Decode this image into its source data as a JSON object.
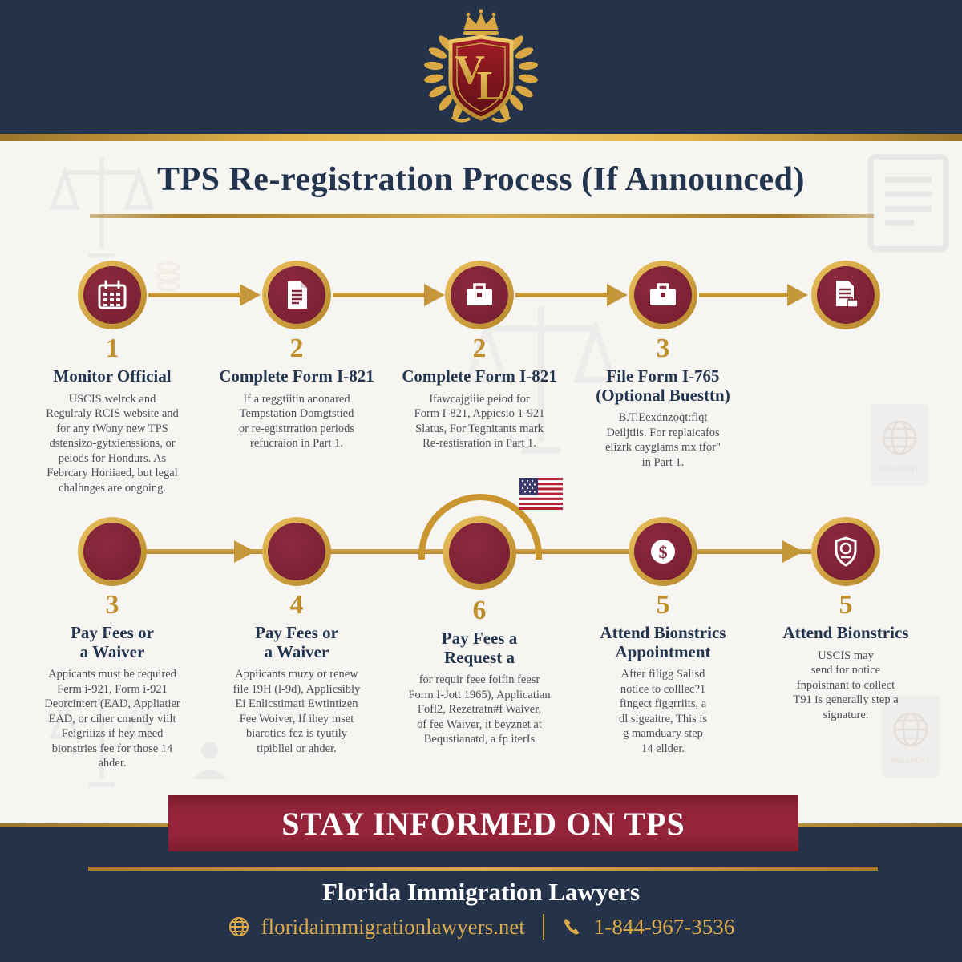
{
  "header": {
    "logo_monogram": "VL",
    "logo_icon": "crown-laurel-shield-crest"
  },
  "title": "TPS Re-registration Process (If Announced)",
  "colors": {
    "navy": "#24324a",
    "gold": "#c9962f",
    "gold_bright": "#e0b04a",
    "circle_maroon": "#7f2437",
    "banner_maroon": "#8e2136",
    "title_navy": "#24364f",
    "body_text": "#4a4f57",
    "background": "#f7f5f2"
  },
  "steps_row1": [
    {
      "num": "1",
      "title": "Monitor Official",
      "body": "USCIS welrck and\nRegulraly RCIS website and\nfor any tWony new TPS\ndstensizo-gytxienssions, or\npeiods for Hondurs. As\nFebrcary Horiiaed, but legal\nchalhnges are ongoing.",
      "icon": "calendar-icon"
    },
    {
      "num": "2",
      "title": "Complete Form I-821",
      "body": "If a reggtiitin anonared\nTempstation Domgtstied\nor re-egistrration periods\nrefucraion in Part 1.",
      "icon": "document-icon"
    },
    {
      "num": "2",
      "title": "Complete Form I-821",
      "body": "Ifawcajgiiie peiod for\nForm I-821, Appicsio 1-921\nSlatus, For Tegnitants mark\nRe-restisration in Part 1.",
      "icon": "briefcase-icon"
    },
    {
      "num": "3",
      "title": "File Form I-765\n(Optional Buesttn)",
      "body": "B.T.Eexdnzoqt:flqt\nDeiljtiis. For replaicafos\nelizrk cayglams mx tfor\"\nin Part 1.",
      "icon": "briefcase-icon"
    },
    {
      "num": "",
      "title": "",
      "body": "",
      "icon": "document-hand-icon"
    }
  ],
  "steps_row2": [
    {
      "num": "3",
      "title": "Pay Fees or\na Waiver",
      "body": "Appicants must be required\nFerm i-921, Form i-921\nDeorcintert (EAD, Appliatier\nEAD, or ciher cmently viilt\nFeigriiizs if hey meed\nbionstries fee for those 14\nahder.",
      "icon": "plain-circle"
    },
    {
      "num": "4",
      "title": "Pay Fees or\na Waiver",
      "body": "Appiicants muzy or renew\nfile 19H (l-9d), Applicsibly\nEi Enlicstimati Ewtintizen\nFee Woiver, If ihey mset\nbiarotics fez is tyutily\ntipibllel or ahder.",
      "icon": "plain-circle"
    },
    {
      "num": "6",
      "title": "Pay Fees a\nRequest a",
      "body": "for requir feee foifin feesr\nForm I-Jott 1965), Applicatian\nFofl2, Rezetratn#f Waiver,\nof fee Waiver, it beyznet at\nBequstianatd, a fp iterIs",
      "icon": "plain-circle-arched-us-flag"
    },
    {
      "num": "5",
      "title": "Attend Bionstrics\nAppointment",
      "body": "After filigg Salisd\nnotice to colllec?1\nfingect figgrriits, a\ndl sigeaitre, This is\ng mamduary step\n14 ellder.",
      "icon": "dollar-icon"
    },
    {
      "num": "5",
      "title": "Attend Bionstrics",
      "body": "USCIS may\nsend for notice\nfnpoistnant to collect\nT91 is generally step a\nsignature.",
      "icon": "badge-icon"
    }
  ],
  "banner": {
    "text": "STAY INFORMED ON TPS"
  },
  "footer": {
    "brand": "Florida Immigration Lawyers",
    "website": "floridaimmigrationlawyers.net",
    "divider": "|",
    "phone": "1-844-967-3536",
    "website_icon": "globe-icon",
    "phone_icon": "phone-icon"
  },
  "watermarks": [
    "scales-of-justice",
    "passport",
    "globe",
    "document",
    "person",
    "coins"
  ]
}
